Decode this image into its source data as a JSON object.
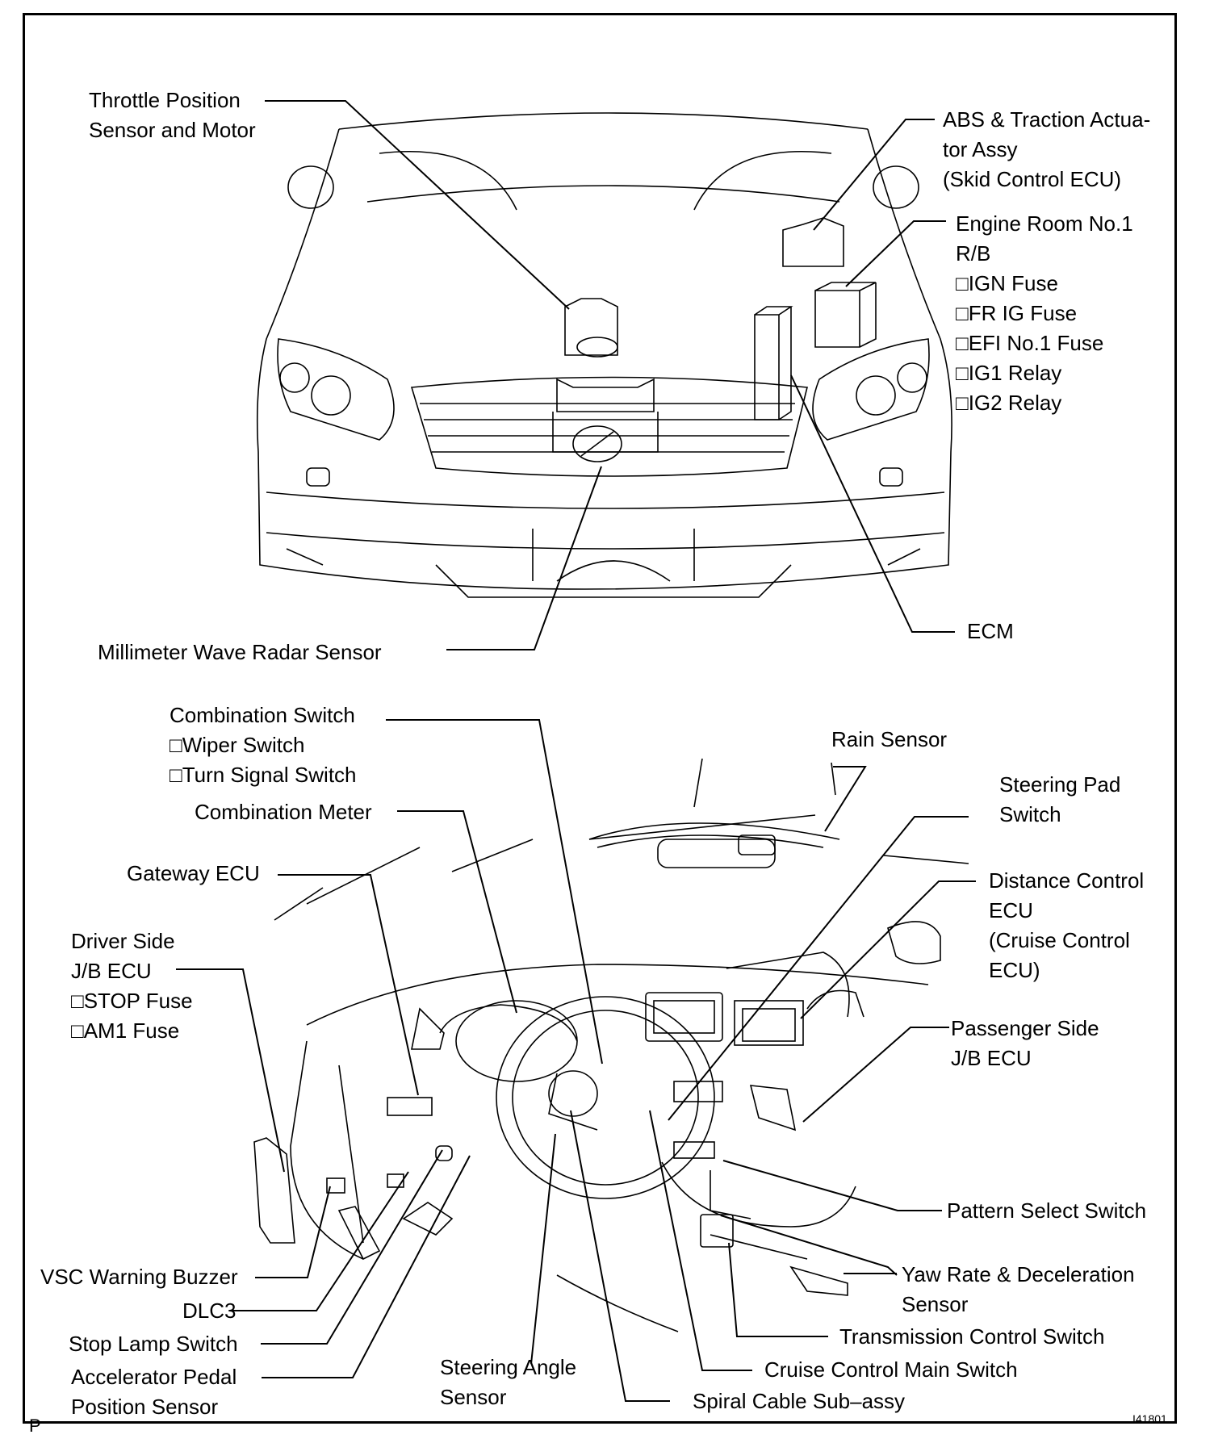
{
  "labels": {
    "throttle": [
      "Throttle Position",
      "Sensor and Motor"
    ],
    "abs": [
      "ABS & Traction Actua-",
      "tor Assy",
      "(Skid Control ECU)"
    ],
    "engine_room": [
      "Engine Room No.1",
      "R/B",
      "□IGN Fuse",
      "□FR IG Fuse",
      "□EFI No.1 Fuse",
      "□IG1 Relay",
      "□IG2 Relay"
    ],
    "ecm": "ECM",
    "radar": "Millimeter Wave Radar Sensor",
    "combo_switch": [
      "Combination Switch",
      "□Wiper Switch",
      "□Turn Signal Switch"
    ],
    "combo_meter": "Combination Meter",
    "gateway": "Gateway ECU",
    "driver_jb": [
      "Driver Side",
      "J/B ECU",
      "□STOP Fuse",
      "□AM1 Fuse"
    ],
    "rain": "Rain Sensor",
    "steering_pad": [
      "Steering Pad",
      "Switch"
    ],
    "distance_ecu": [
      "Distance Control",
      "ECU",
      "(Cruise Control",
      "ECU)"
    ],
    "passenger_jb": [
      "Passenger Side",
      "J/B ECU"
    ],
    "pattern": "Pattern Select Switch",
    "yaw": [
      "Yaw Rate & Deceleration",
      "Sensor"
    ],
    "transmission": "Transmission Control Switch",
    "cruise_main": "Cruise Control Main Switch",
    "spiral": "Spiral Cable Sub–assy",
    "steering_angle": [
      "Steering Angle",
      "Sensor"
    ],
    "vsc": "VSC Warning Buzzer",
    "dlc3": "DLC3",
    "stop_lamp": "Stop Lamp Switch",
    "accel": [
      "Accelerator Pedal",
      "Position Sensor"
    ]
  },
  "corner_mark": "P",
  "figure_id": "I41801"
}
